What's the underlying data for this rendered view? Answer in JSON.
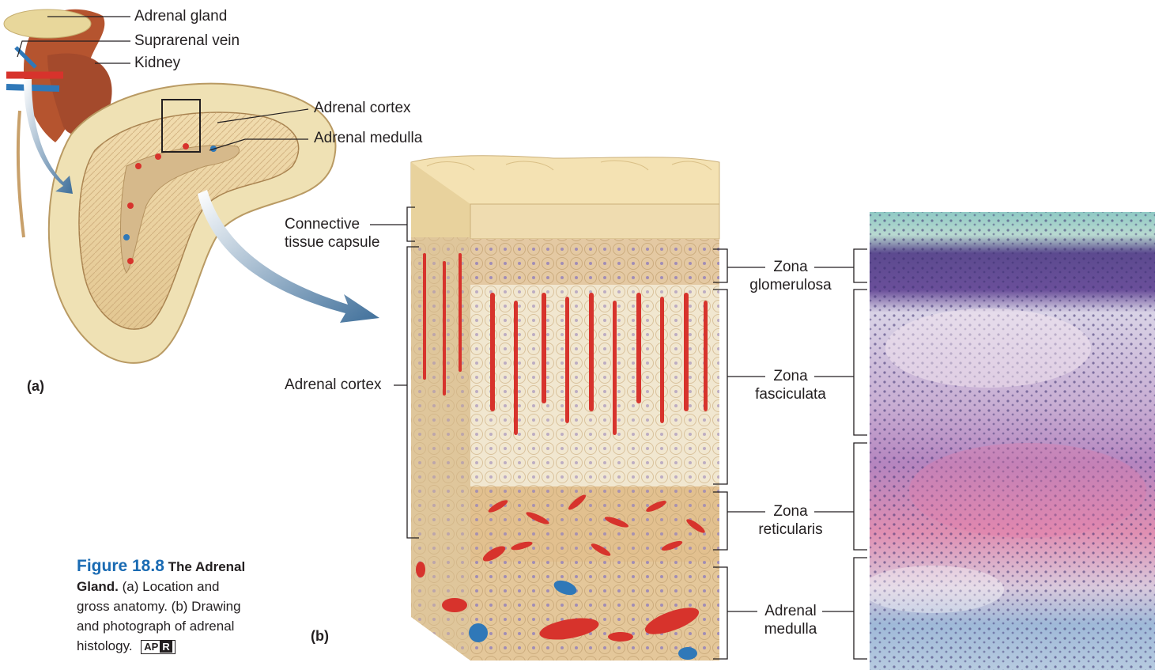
{
  "part_a": {
    "label": "(a)",
    "callouts": {
      "adrenal_gland": "Adrenal gland",
      "suprarenal_vein": "Suprarenal vein",
      "kidney": "Kidney",
      "adrenal_cortex": "Adrenal cortex",
      "adrenal_medulla": "Adrenal medulla"
    }
  },
  "part_b": {
    "label": "(b)",
    "callouts": {
      "capsule_line1": "Connective",
      "capsule_line2": "tissue capsule",
      "adrenal_cortex": "Adrenal cortex",
      "glomerulosa_1": "Zona",
      "glomerulosa_2": "glomerulosa",
      "fasciculata_1": "Zona",
      "fasciculata_2": "fasciculata",
      "reticularis_1": "Zona",
      "reticularis_2": "reticularis",
      "medulla_1": "Adrenal",
      "medulla_2": "medulla"
    }
  },
  "caption": {
    "figure_number": "Figure 18.8",
    "title": "The Adrenal Gland.",
    "text": "(a) Location and gross anatomy. (b) Drawing and photograph of adrenal histology.",
    "badge_left": "AP",
    "badge_right": "R"
  },
  "colors": {
    "caption_accent": "#1a6bb3",
    "vessel_red": "#d7332c",
    "vein_blue": "#2f78b8",
    "tissue_tan": "#e6cfa0",
    "arrow_blue": "#3f6f9a"
  }
}
